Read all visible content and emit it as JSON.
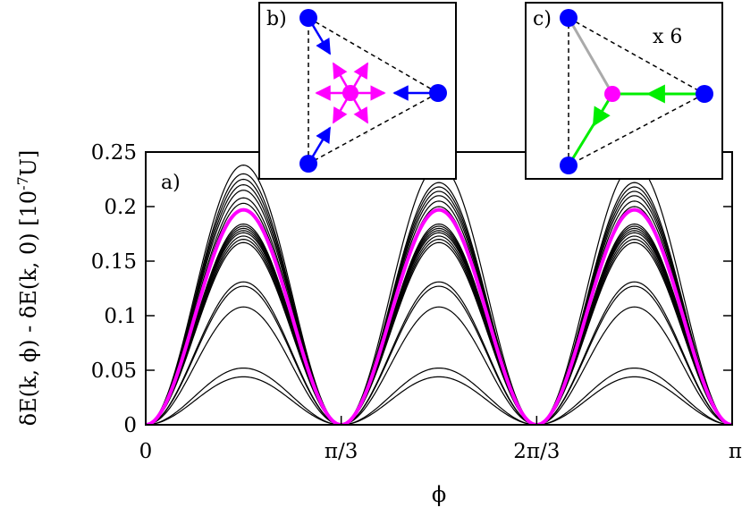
{
  "chart_data": {
    "type": "line",
    "panel_label": "a)",
    "xlabel": "ϕ",
    "ylabel": "δE(k, ϕ) - δE(k, 0) [10",
    "ylabel_exponent": "-7",
    "ylabel_suffix": "U]",
    "xlim": [
      0,
      3.14159
    ],
    "ylim": [
      0,
      0.25
    ],
    "x_ticks": [
      {
        "value": 0,
        "label": "0"
      },
      {
        "value": 1.0472,
        "label": "π/3"
      },
      {
        "value": 2.0944,
        "label": "2π/3"
      },
      {
        "value": 3.14159,
        "label": "π"
      }
    ],
    "y_ticks": [
      {
        "value": 0,
        "label": "0"
      },
      {
        "value": 0.05,
        "label": "0.05"
      },
      {
        "value": 0.1,
        "label": "0.1"
      },
      {
        "value": 0.15,
        "label": "0.15"
      },
      {
        "value": 0.2,
        "label": "0.2"
      },
      {
        "value": 0.25,
        "label": "0.25"
      }
    ],
    "grid": false,
    "curve_shape": "amplitude * sin^2(3*phi)",
    "series": [
      {
        "amplitude": 0.238,
        "first_period_amplitude": 0.238,
        "color": "#000000",
        "width": 1.2
      },
      {
        "amplitude": 0.222,
        "first_period_amplitude": 0.23,
        "color": "#000000",
        "width": 1.2
      },
      {
        "amplitude": 0.218,
        "first_period_amplitude": 0.225,
        "color": "#000000",
        "width": 1.2
      },
      {
        "amplitude": 0.214,
        "first_period_amplitude": 0.22,
        "color": "#000000",
        "width": 1.2
      },
      {
        "amplitude": 0.21,
        "first_period_amplitude": 0.215,
        "color": "#000000",
        "width": 1.2
      },
      {
        "amplitude": 0.205,
        "first_period_amplitude": 0.208,
        "color": "#000000",
        "width": 1.2
      },
      {
        "amplitude": 0.2,
        "first_period_amplitude": 0.203,
        "color": "#000000",
        "width": 1.2
      },
      {
        "amplitude": 0.184,
        "color": "#000000",
        "width": 1.2
      },
      {
        "amplitude": 0.182,
        "color": "#000000",
        "width": 1.2
      },
      {
        "amplitude": 0.18,
        "color": "#000000",
        "width": 1.2
      },
      {
        "amplitude": 0.178,
        "color": "#000000",
        "width": 1.2
      },
      {
        "amplitude": 0.176,
        "color": "#000000",
        "width": 1.2
      },
      {
        "amplitude": 0.173,
        "color": "#000000",
        "width": 1.2
      },
      {
        "amplitude": 0.17,
        "color": "#000000",
        "width": 1.2
      },
      {
        "amplitude": 0.167,
        "color": "#000000",
        "width": 1.2
      },
      {
        "amplitude": 0.131,
        "color": "#000000",
        "width": 1.2
      },
      {
        "amplitude": 0.127,
        "color": "#000000",
        "width": 1.2
      },
      {
        "amplitude": 0.108,
        "color": "#000000",
        "width": 1.2
      },
      {
        "amplitude": 0.052,
        "color": "#000000",
        "width": 1.2
      },
      {
        "amplitude": 0.044,
        "color": "#000000",
        "width": 1.2
      },
      {
        "amplitude": 0.197,
        "color": "#ff00ff",
        "width": 4
      }
    ]
  },
  "insets": [
    {
      "label": "b)",
      "colors": {
        "node": "#0000ff",
        "center": "#ff00ff",
        "arrow": "#0000ff",
        "star": "#ff00ff",
        "dashed": "#000000"
      }
    },
    {
      "label": "c)",
      "multiplier": "x 6",
      "colors": {
        "node": "#0000ff",
        "center": "#ff00ff",
        "path": "#00ee00",
        "edge": "#aaaaaa",
        "dashed": "#000000"
      }
    }
  ]
}
